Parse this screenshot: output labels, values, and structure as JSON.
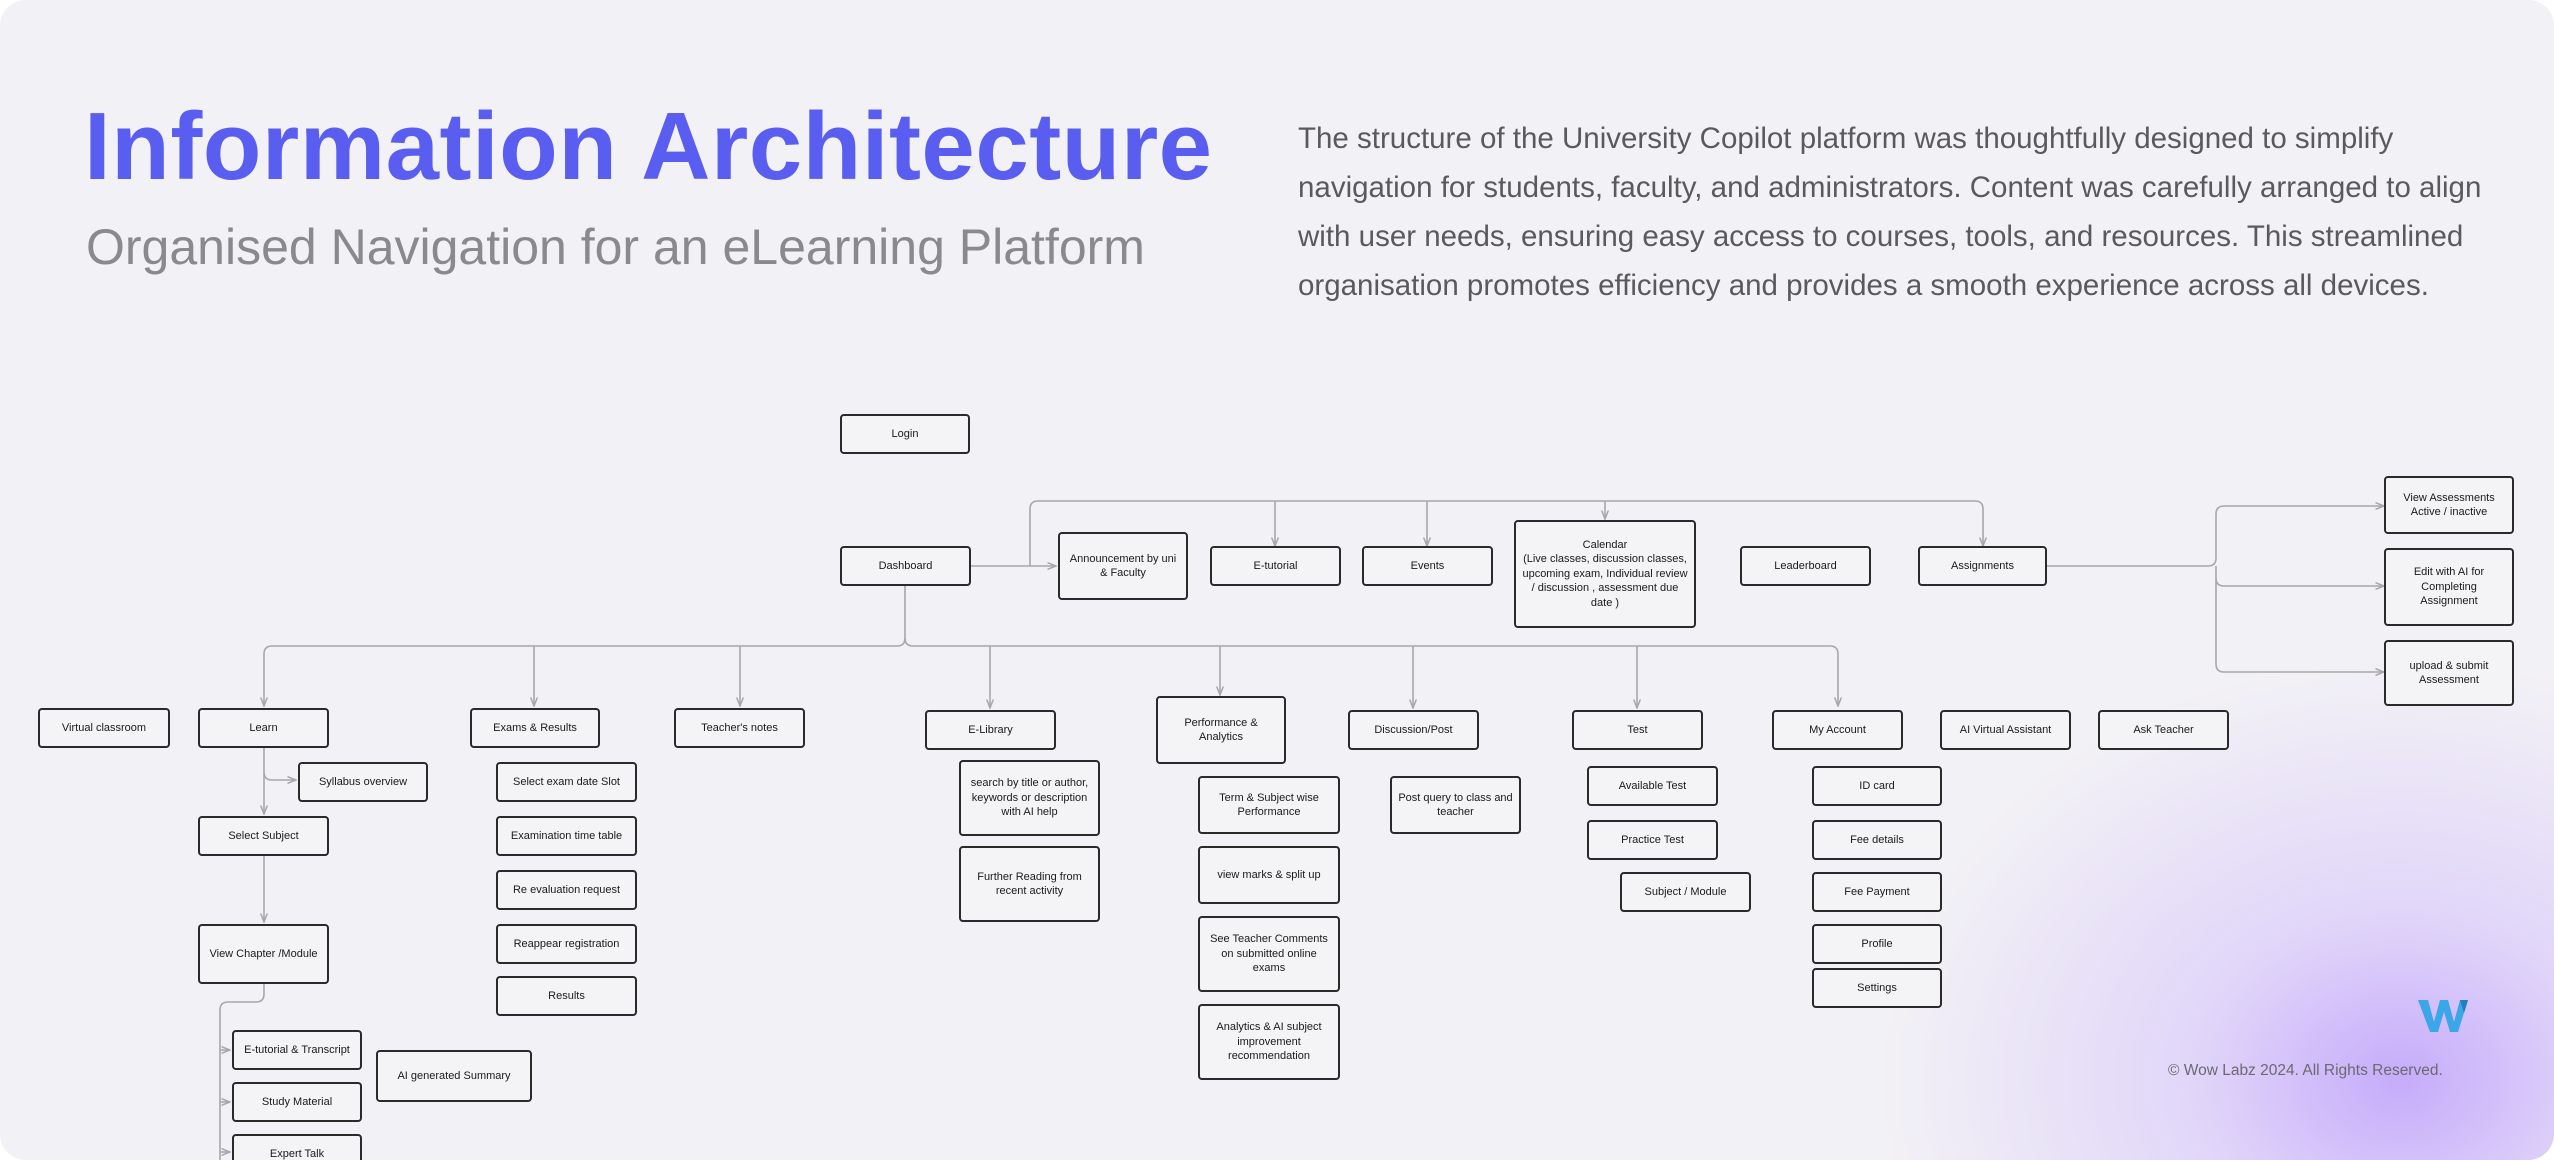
{
  "header": {
    "title": "Information Architecture",
    "subtitle": "Organised Navigation for an eLearning Platform",
    "description": "The structure of the University Copilot platform was thoughtfully designed to simplify navigation for students, faculty, and administrators. Content was carefully arranged to align with user needs, ensuring easy access to courses, tools, and resources. This streamlined organisation promotes efficiency and provides a smooth experience across all devices."
  },
  "nodes": {
    "login": "Login",
    "dashboard": "Dashboard",
    "announcement": "Announcement by uni & Faculty",
    "etutorial": "E-tutorial",
    "events": "Events",
    "calendar": "Calendar\n(Live classes, discussion classes, upcoming exam, Individual review / discussion , assessment due date )",
    "leaderboard": "Leaderboard",
    "assignments": "Assignments",
    "view_assessments": "View  Assessments\nActive / inactive",
    "edit_ai": "Edit with AI for Completing Assignment",
    "upload_submit": "upload & submit Assessment",
    "virtual_classroom": "Virtual classroom",
    "learn": "Learn",
    "syllabus": "Syllabus overview",
    "select_subject": "Select Subject",
    "view_chapter": "View Chapter /Module",
    "etutorial_transcript": "E-tutorial & Transcript",
    "study_material": "Study Material",
    "expert_talk": "Expert Talk",
    "ai_summary": "AI generated Summary",
    "exams_results": "Exams & Results",
    "select_exam_slot": "Select exam date Slot",
    "exam_timetable": "Examination time table",
    "re_evaluation": "Re evaluation request",
    "reappear": "Reappear registration",
    "results": "Results",
    "teachers_notes": "Teacher's notes",
    "elibrary": "E-Library",
    "search_title": "search by title or author, keywords or description with AI help",
    "further_reading": "Further Reading from recent activity",
    "performance": "Performance & Analytics",
    "term_subject": "Term & Subject wise Performance",
    "view_marks": "view marks & split up",
    "teacher_comments": "See Teacher Comments on submitted online exams",
    "analytics_ai": "Analytics & AI subject improvement recommendation",
    "discussion": "Discussion/Post",
    "post_query": "Post query to class and teacher",
    "test": "Test",
    "available_test": "Available Test",
    "practice_test": "Practice Test",
    "subject_module": "Subject / Module",
    "my_account": "My Account",
    "id_card": "ID card",
    "fee_details": "Fee details",
    "fee_payment": "Fee Payment",
    "profile": "Profile",
    "settings": "Settings",
    "ai_assistant": "AI Virtual Assistant",
    "ask_teacher": "Ask Teacher"
  },
  "footer": {
    "copyright": "© Wow Labz 2024. All Rights Reserved.",
    "logo_icon": "wow-labz-logo-icon",
    "logo_color": "#3ba6e8"
  },
  "colors": {
    "title": "#5a5ef0",
    "subtitle": "#8a8a8e",
    "background": "#f2f1f5",
    "gradient_accent": "#c4a8fa",
    "node_border": "#2a2a2a",
    "connector": "#a8a8ac"
  }
}
